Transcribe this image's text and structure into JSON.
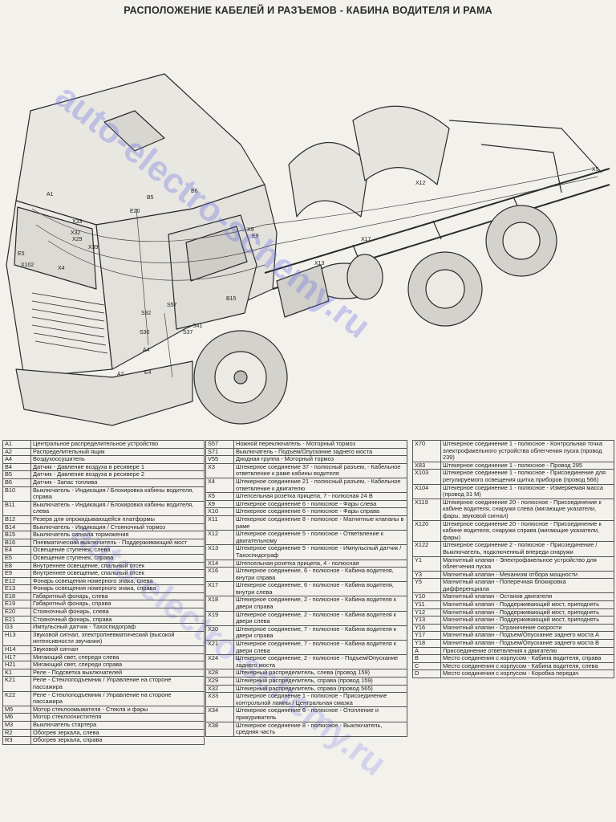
{
  "title": "РАСПОЛОЖЕНИЕ КАБЕЛЕЙ И РАЗЪЕМОВ - КАБИНА ВОДИТЕЛЯ И РАМА",
  "watermark": "auto-electro-schemy.ru",
  "diagram_labels": [
    "A1",
    "X33",
    "X29",
    "X32",
    "X39",
    "E5",
    "X102",
    "X4",
    "B6",
    "E20",
    "B5",
    "X9",
    "E9",
    "X13",
    "X12",
    "X17",
    "B15",
    "A4",
    "S30",
    "S32",
    "S41",
    "S37",
    "S57",
    "E4",
    "X5",
    "A2"
  ],
  "legend": {
    "col1": [
      {
        "code": "A1",
        "text": "Центральное распределительное устройство"
      },
      {
        "code": "A2",
        "text": "Распределительный ящик"
      },
      {
        "code": "A4",
        "text": "Воздухоосушитель"
      },
      {
        "code": "B4",
        "text": "Датчик - Давление воздуха в ресивере 1"
      },
      {
        "code": "B5",
        "text": "Датчик - Давление воздуха в ресивере 2"
      },
      {
        "code": "B6",
        "text": "Датчик - Запас топлива"
      },
      {
        "code": "B10",
        "text": "Выключатель - Индикация / Блокировка кабины водителя, справа"
      },
      {
        "code": "B11",
        "text": "Выключатель - Индикация / Блокировка кабины водителя, слева"
      },
      {
        "code": "B12",
        "text": "Резерв для опрокидывающейся платформы"
      },
      {
        "code": "B14",
        "text": "Выключатель - Индикация / Стояночный тормоз"
      },
      {
        "code": "B15",
        "text": "Выключатель сигнала торможения"
      },
      {
        "code": "B16",
        "text": "Пневматический выключатель - Поддерживающий мост"
      },
      {
        "code": "E4",
        "text": "Освещение ступенек, слева"
      },
      {
        "code": "E5",
        "text": "Освещение ступенек, справа"
      },
      {
        "code": "E8",
        "text": "Внутреннее освещение, спальный отсек"
      },
      {
        "code": "E9",
        "text": "Внутреннее освещение, спальный отсек"
      },
      {
        "code": "E12",
        "text": "Фонарь освещения номерного знака, слева"
      },
      {
        "code": "E13",
        "text": "Фонарь освещения номерного знака, справа"
      },
      {
        "code": "E18",
        "text": "Габаритный фонарь, слева"
      },
      {
        "code": "E19",
        "text": "Габаритный фонарь, справа"
      },
      {
        "code": "E20",
        "text": "Стояночный фонарь, слева"
      },
      {
        "code": "E21",
        "text": "Стояночный фонарь, справа"
      },
      {
        "code": "G3",
        "text": "Импульсный датчик - Тахоспидограф"
      },
      {
        "code": "H13",
        "text": "Звуковой сигнал, электропневматический (высокой интенсивности звучания)"
      },
      {
        "code": "H14",
        "text": "Звуковой сигнал"
      },
      {
        "code": "H17",
        "text": "Мигающий свет, спереди слева"
      },
      {
        "code": "H21",
        "text": "Мигающий свет, спереди справа"
      },
      {
        "code": "K1",
        "text": "Реле - Подсветка выключателей"
      },
      {
        "code": "K21",
        "text": "Реле - Стеклоподъемник / Управление на стороне пассажира"
      },
      {
        "code": "K22",
        "text": "Реле - Стеклоподъемник / Управление на стороне пассажира"
      },
      {
        "code": "M5",
        "text": "Мотор стеклоомывателя - Стекла и фары"
      },
      {
        "code": "M6",
        "text": "Мотор стеклоочистителя"
      },
      {
        "code": "M3",
        "text": "Выключатель стартера"
      },
      {
        "code": "R2",
        "text": "Обогрев зеркала, слева"
      },
      {
        "code": "R3",
        "text": "Обогрев зеркала, справа"
      }
    ],
    "col2": [
      {
        "code": "S57",
        "text": "Ножной переключатель - Моторный тормоз"
      },
      {
        "code": "S71",
        "text": "Выключатель - Подъем/Опускание заднего моста"
      },
      {
        "code": "V55",
        "text": "Диодная группа - Моторный тормоз"
      },
      {
        "code": "X3",
        "text": "Штекерное соединение 37 - полюсный разъем, - Кабельное ответвление к раме кабины водителя"
      },
      {
        "code": "X4",
        "text": "Штекерное соединение 21 - полюсный разъем, - Кабельное ответвление к двигателю"
      },
      {
        "code": "X5",
        "text": "Штепсельная розетка прицепа, 7 - полюсная 24 В"
      },
      {
        "code": "X9",
        "text": "Штекерное соединение 6 - полюсное - Фары слева"
      },
      {
        "code": "X10",
        "text": "Штекерное соединение 6 - полюсное - Фары справа"
      },
      {
        "code": "X11",
        "text": "Штекерное соединение 8 - полюсное - Магнитные клапаны в раме"
      },
      {
        "code": "X12",
        "text": "Штекерное соединение 5 - полюсное - Ответвление к двигательному"
      },
      {
        "code": "X13",
        "text": "Штекерное соединение 5 - полюсное - Импульсный датчик / Тахоспидограф"
      },
      {
        "code": "X14",
        "text": "Штепсельная розетка прицепа, 4 - полюсная"
      },
      {
        "code": "X16",
        "text": "Штекерное соединение, 6 - полюсное - Кабина водителя, внутри справа"
      },
      {
        "code": "X17",
        "text": "Штекерное соединение, 6 - полюсное - Кабина водителя, внутри слева"
      },
      {
        "code": "X18",
        "text": "Штекерное соединение, 2 - полюсное - Кабина водителя к двери справа"
      },
      {
        "code": "X19",
        "text": "Штекерное соединение, 2 - полюсное - Кабина водителя к двери слева"
      },
      {
        "code": "X20",
        "text": "Штекерное соединение, 7 - полюсное - Кабина водителя к двери справа"
      },
      {
        "code": "X21",
        "text": "Штекерное соединение, 7 - полюсное - Кабина водителя к двери слева"
      },
      {
        "code": "X24",
        "text": "Штекерное соединение, 2 - полюсное - Подъем/Опускание заднего моста"
      },
      {
        "code": "X28",
        "text": "Штекерный распределитель, слева (провод 159)"
      },
      {
        "code": "X29",
        "text": "Штекерный распределитель, справа (провод 159)"
      },
      {
        "code": "X32",
        "text": "Штекерный распределитель, справа (провод 565)"
      },
      {
        "code": "X33",
        "text": "Штекерное соединение 1 - полюсное - Присоединение контрольной лампы / Центральная смазка"
      },
      {
        "code": "X34",
        "text": "Штекерное соединение 6 - полюсное - Отопление и прикуриватель"
      },
      {
        "code": "X38",
        "text": "Штекерное соединение 8 - полюсное - Выключатель, средняя часть"
      }
    ],
    "col3": [
      {
        "code": "X70",
        "text": "Штекерное соединение 1 - полюсное - Контрольная точка электрофакельного устройства облегчения пуска (провод 239)"
      },
      {
        "code": "X83",
        "text": "Штекерное соединение 1 - полюсное - Провод 295"
      },
      {
        "code": "X103",
        "text": "Штекерное соединение 1 - полюсное - Присоединение для регулируемого освещения щитка приборов (провод 566)"
      },
      {
        "code": "X104",
        "text": "Штекерное соединение 1 - полюсное - Измеряемая масса (провод 31 М)"
      },
      {
        "code": "X119",
        "text": "Штекерное соединение 20 - полюсное - Присоединение к кабине водителя, снаружи слева (мигающие указатели, фары, звуковой сигнал)"
      },
      {
        "code": "X120",
        "text": "Штекерное соединение 20 - полюсное - Присоединение к кабине водителя, снаружи справа (мигающие указатели, фары)"
      },
      {
        "code": "X122",
        "text": "Штекерное соединение 2 - полюсное - Присоединение /Выключатель, подключенный впереди снаружи"
      },
      {
        "code": "Y1",
        "text": "Магнитный клапан - Электрофакельное устройство для облегчения пуска"
      },
      {
        "code": "Y3",
        "text": "Магнитный клапан - Механизм отбора мощности"
      },
      {
        "code": "Y5",
        "text": "Магнитный клапан - Поперечная блокировка дифференциала"
      },
      {
        "code": "Y10",
        "text": "Магнитный клапан - Останов двигателя"
      },
      {
        "code": "Y11",
        "text": "Магнитный клапан - Поддерживающий мост, приподнять"
      },
      {
        "code": "Y12",
        "text": "Магнитный клапан - Поддерживающий мост, приподнять"
      },
      {
        "code": "Y13",
        "text": "Магнитный клапан - Поддерживающий мост, приподнять"
      },
      {
        "code": "Y16",
        "text": "Магнитный клапан - Ограничение скорости"
      },
      {
        "code": "Y17",
        "text": "Магнитный клапан - Подъем/Опускание заднего моста А"
      },
      {
        "code": "Y18",
        "text": "Магнитный клапан - Подъем/Опускание заднего моста В"
      },
      {
        "code": "A",
        "text": "Присоединение ответвления к двигателю"
      },
      {
        "code": "B",
        "text": "Место соединения с корпусом - Кабина водителя, справа"
      },
      {
        "code": "C",
        "text": "Место соединения с корпусом - Кабина водителя, слева"
      },
      {
        "code": "D",
        "text": "Место соединения с корпусом - Коробка передач"
      }
    ]
  }
}
